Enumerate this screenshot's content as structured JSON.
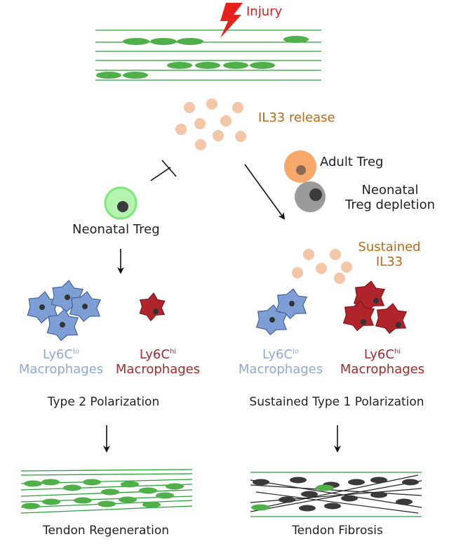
{
  "injury": "Injury",
  "il33_release": "IL33 release",
  "adult_treg": "Adult Treg",
  "neonatal_treg_depletion": [
    "Neonatal",
    "Treg depletion"
  ],
  "neonatal_treg": "Neonatal Treg",
  "sustained_il33": [
    "Sustained",
    "IL33"
  ],
  "left": {
    "ly6c_lo": {
      "base": "Ly6C",
      "sup": "lo",
      "line2": "Macrophages"
    },
    "ly6c_hi": {
      "base": "Ly6C",
      "sup": "hi",
      "line2": "Macrophages"
    },
    "polarization": "Type 2 Polarization",
    "outcome": "Tendon Regeneration"
  },
  "right": {
    "ly6c_lo": {
      "base": "Ly6C",
      "sup": "lo",
      "line2": "Macrophages"
    },
    "ly6c_hi": {
      "base": "Ly6C",
      "sup": "hi",
      "line2": "Macrophages"
    },
    "polarization": "Sustained Type 1 Polarization",
    "outcome": "Tendon Fibrosis"
  },
  "colors": {
    "tendon_green": "#2f9e3c",
    "cell_green": "#4fb04a",
    "il33_dot": "#f2c6a6",
    "adult_treg": "#f6a96b",
    "neonatal_treg": "#a8f0a4",
    "depleted_cell": "#9a9a9a",
    "ly6c_lo_macrophage": "#7e9fd6",
    "ly6c_hi_macrophage": "#b0242b",
    "injury_bolt": "#e8201c"
  }
}
